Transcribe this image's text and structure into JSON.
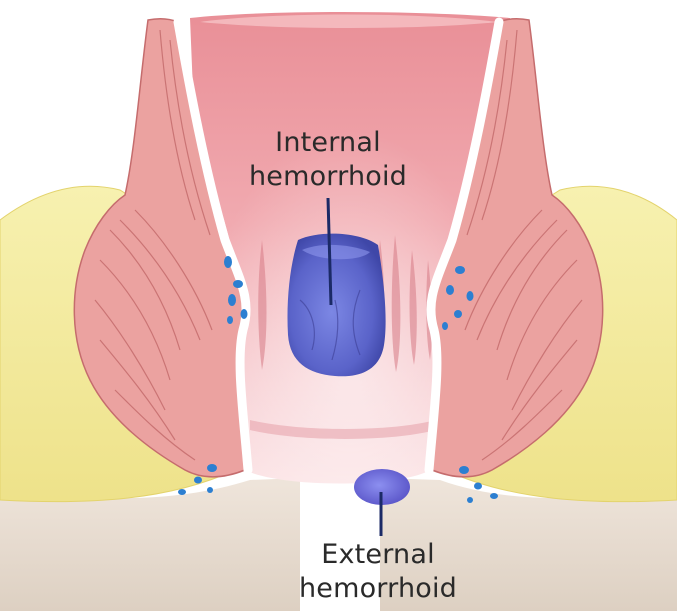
{
  "labels": {
    "internal": {
      "line1": "Internal",
      "line2": "hemorrhoid"
    },
    "external": {
      "line1": "External",
      "line2": "hemorrhoid"
    }
  },
  "colors": {
    "fat": "#f3ec9b",
    "fat_dark": "#e5d874",
    "muscle": "#eba2a0",
    "muscle_line": "#c56c6d",
    "canal_top": "#e98f97",
    "canal_mid": "#f2b6bb",
    "canal_bottom": "#f9dcde",
    "skin": "#e8dcd0",
    "hemorrhoid": "#5a63c9",
    "vessel": "#2c7fd1",
    "pointer": "#1b2a66"
  }
}
